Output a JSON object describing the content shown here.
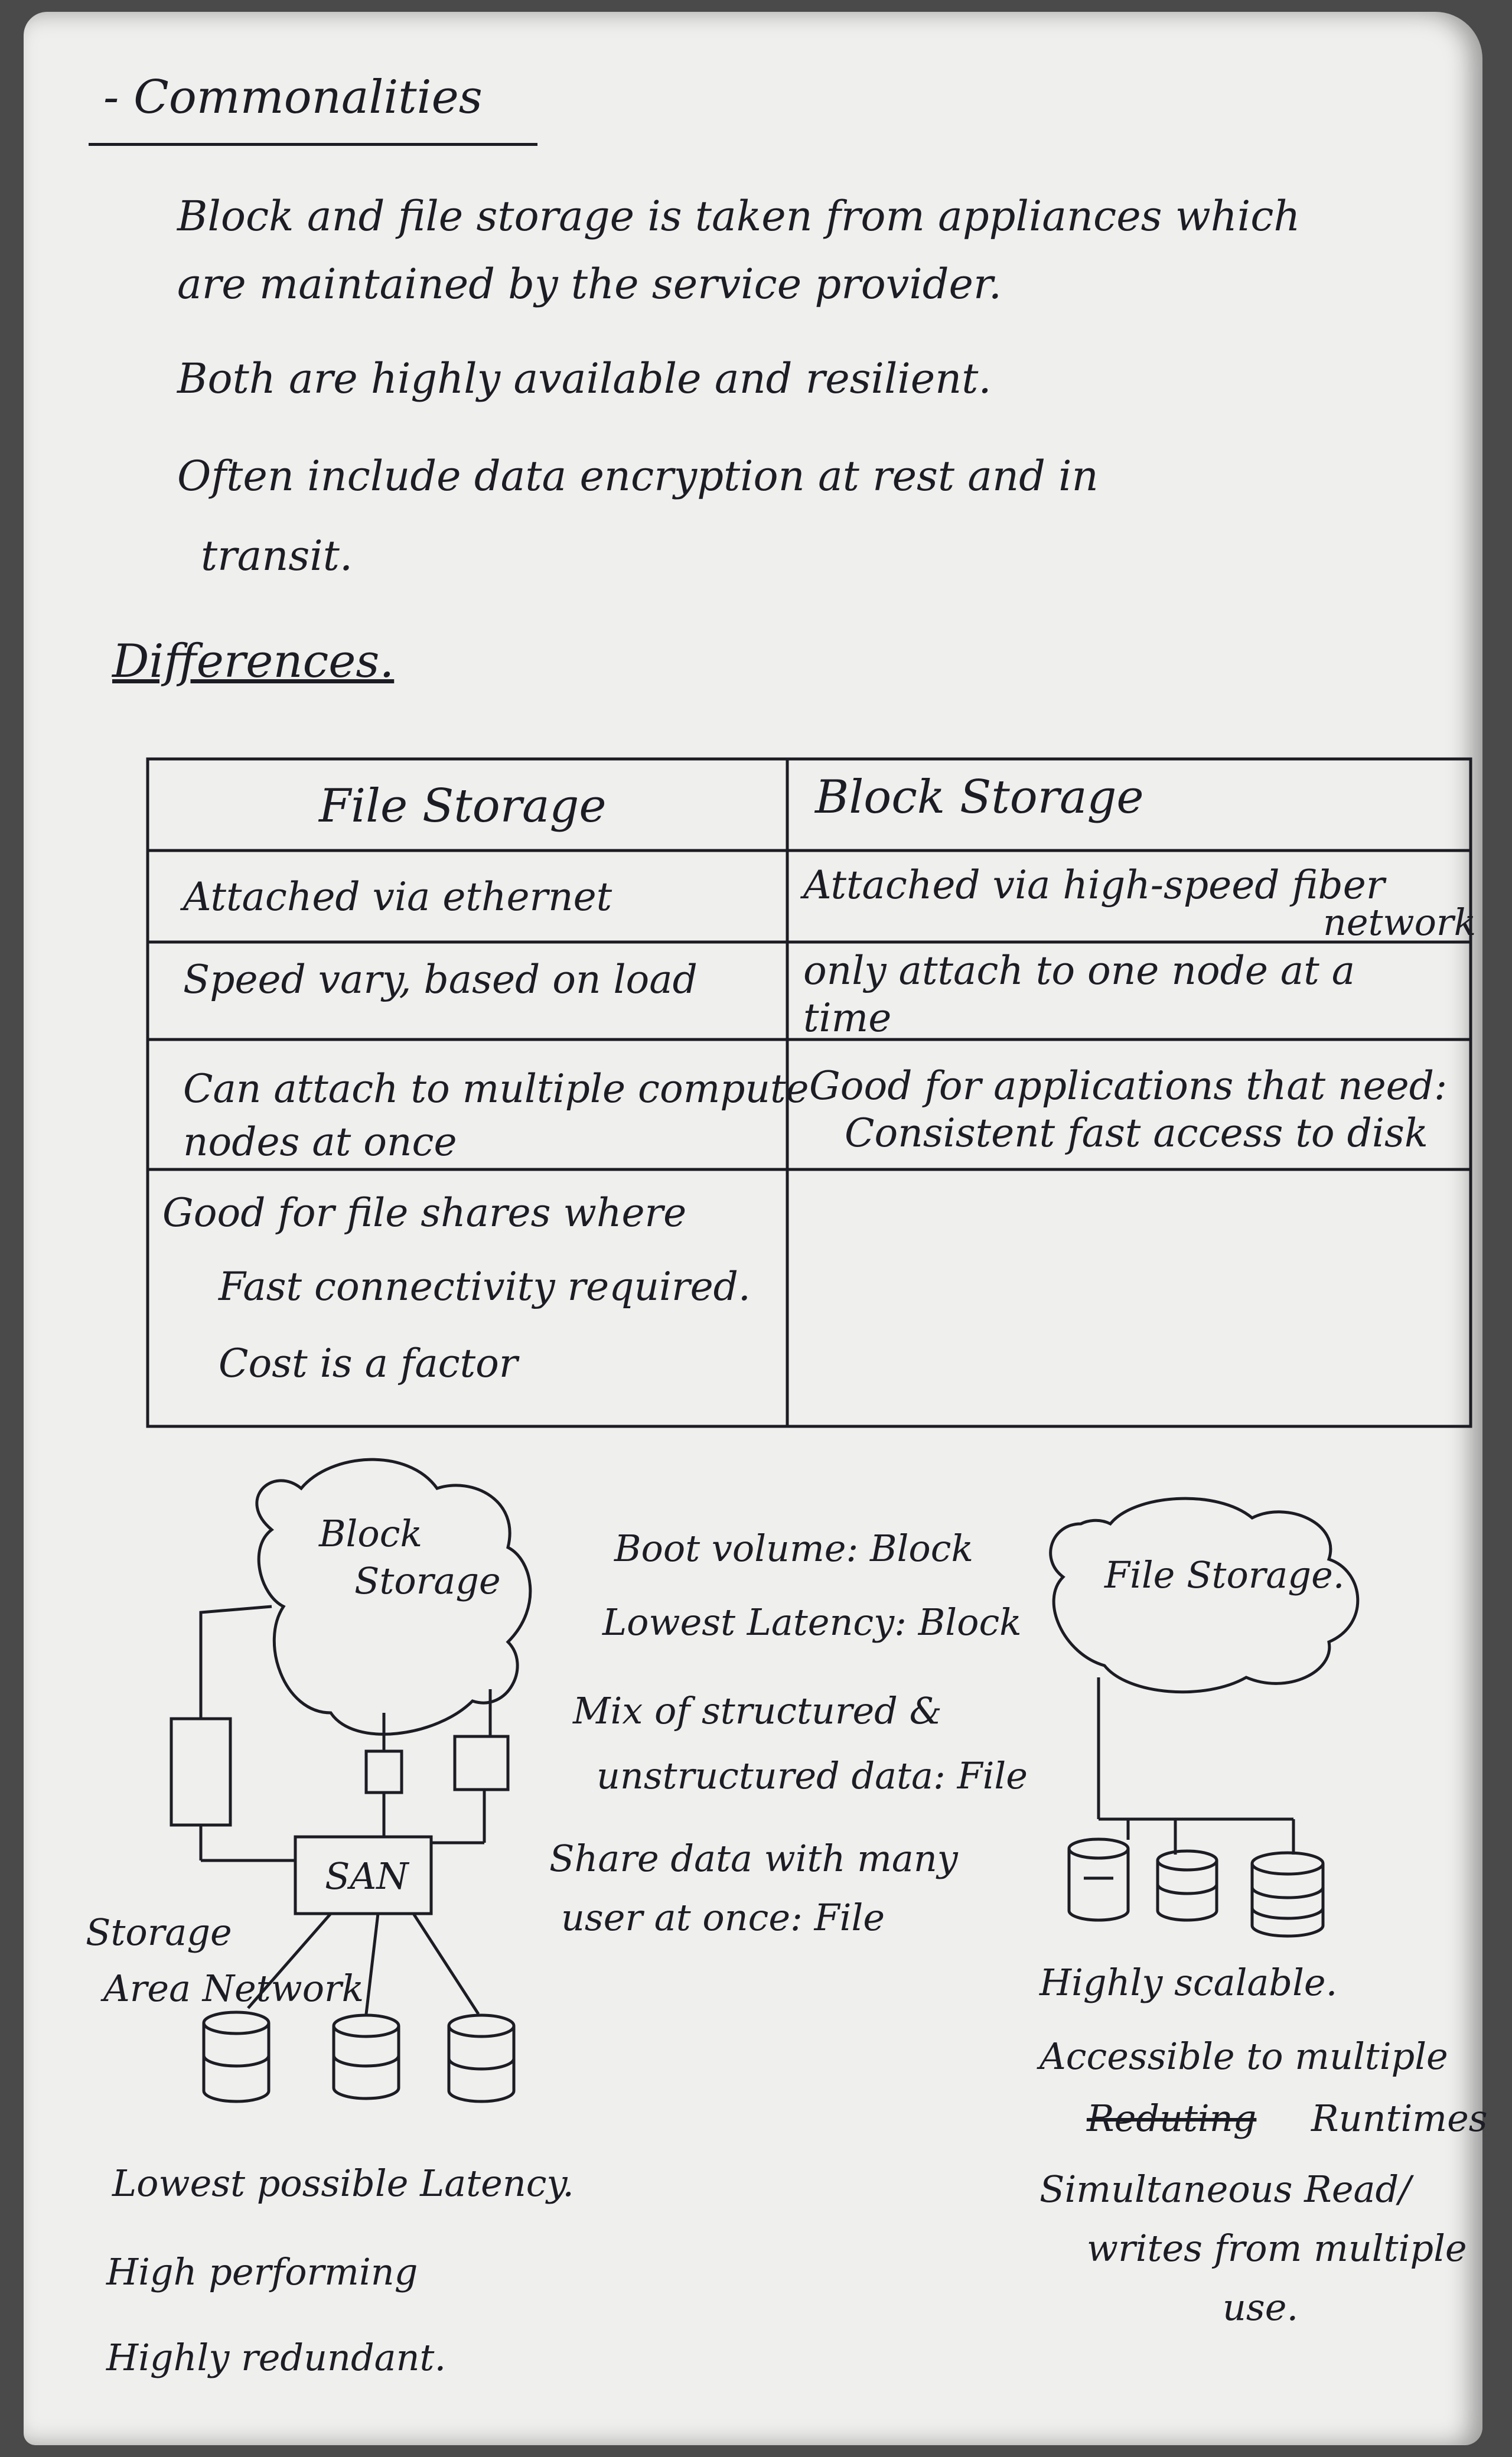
{
  "commonalities": {
    "heading": "- Commonalities",
    "bullets": [
      "Block and file storage is taken from appliances which",
      "are maintained by the service provider.",
      "Both are highly available and resilient.",
      "Often include data encryption at rest and in",
      "transit."
    ]
  },
  "differences": {
    "heading": "Differences.",
    "table": {
      "headers": [
        "File Storage",
        "Block Storage"
      ],
      "rows": [
        {
          "file": [
            "Attached via ethernet"
          ],
          "block": [
            "Attached via high-speed fiber",
            "network"
          ]
        },
        {
          "file": [
            "Speed vary, based on load"
          ],
          "block": [
            "only attach to one node at a",
            "time"
          ]
        },
        {
          "file": [
            "Can attach to multiple compute",
            "nodes at once"
          ],
          "block": [
            "Good for applications that need:",
            "Consistent fast access to disk"
          ]
        },
        {
          "file": [
            "Good for file shares where",
            "Fast connectivity required.",
            "Cost is a factor"
          ],
          "block": [
            ""
          ]
        }
      ]
    }
  },
  "diagram": {
    "block_cloud": [
      "Block",
      "Storage"
    ],
    "san_label": "SAN",
    "san_caption": [
      "Storage",
      "Area Network"
    ],
    "file_cloud": "File Storage.",
    "middle_notes": [
      "Boot volume: Block",
      "Lowest Latency: Block",
      "Mix of structured &",
      "unstructured data: File",
      "Share data with many",
      "user at once: File"
    ],
    "block_notes": [
      "Lowest possible Latency.",
      "High performing",
      "Highly redundant."
    ],
    "file_notes": {
      "line1": "Highly scalable.",
      "line2": "Accessible to multiple",
      "struck": "Reduting",
      "line3": "Runtimes",
      "line4": "Simultaneous Read/",
      "line5": "writes from multiple",
      "line6": "use."
    }
  }
}
